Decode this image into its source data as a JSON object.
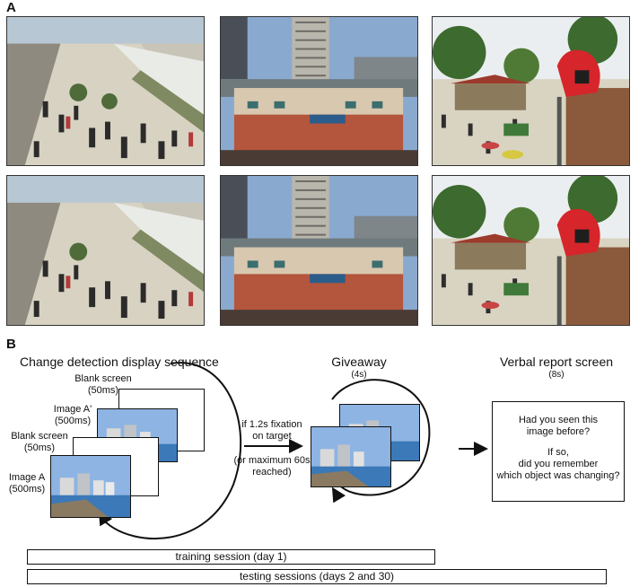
{
  "panel_a": {
    "letter": "A",
    "scenes": [
      {
        "name": "train station",
        "row": "original"
      },
      {
        "name": "city buildings",
        "row": "original"
      },
      {
        "name": "amusement park",
        "row": "original"
      },
      {
        "name": "train station",
        "row": "changed"
      },
      {
        "name": "city buildings",
        "row": "changed"
      },
      {
        "name": "amusement park",
        "row": "changed"
      }
    ]
  },
  "panel_b": {
    "letter": "B",
    "sequence_title": "Change detection display sequence",
    "frames": {
      "blank2": {
        "label": "Blank screen",
        "duration": "(50ms)"
      },
      "imageA2": {
        "label": "Image A'",
        "duration": "(500ms)"
      },
      "blank1": {
        "label": "Blank screen",
        "duration": "(50ms)"
      },
      "imageA": {
        "label": "Image A",
        "duration": "(500ms)"
      }
    },
    "condition": {
      "line1": "if 1.2s fixation",
      "line2": "on target",
      "line3": "(or maximum 60s",
      "line4": "reached)"
    },
    "giveaway": {
      "title": "Giveaway",
      "duration": "(4s)"
    },
    "verbal": {
      "title": "Verbal report screen",
      "duration": "(8s)",
      "q1a": "Had you seen this",
      "q1b": "image before?",
      "q2a": "If so,",
      "q2b": "did you remember",
      "q2c": "which object was changing?"
    },
    "training": "training session (day 1)",
    "testing": "testing sessions (days 2 and 30)"
  }
}
